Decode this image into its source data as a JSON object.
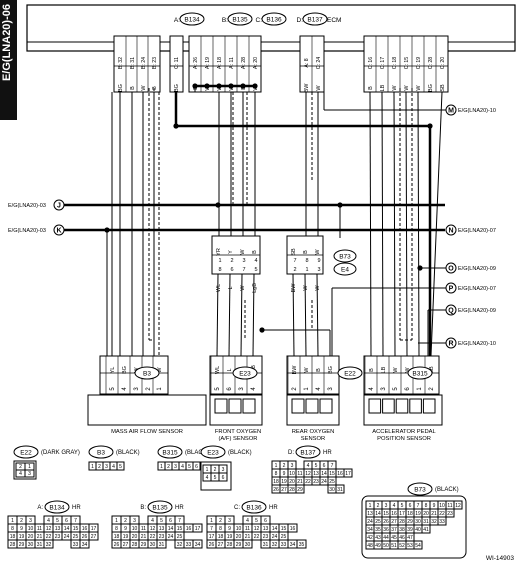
{
  "side_tab": "E/G(LNA20)-06",
  "header": {
    "connectors": [
      {
        "id": "A",
        "code": "B134"
      },
      {
        "id": "B",
        "code": "B135"
      },
      {
        "id": "C",
        "code": "B136"
      },
      {
        "id": "D",
        "code": "B137"
      }
    ],
    "module": "ECM"
  },
  "ecm_pins": {
    "group1": [
      "B: 32",
      "B: 31",
      "B: 24",
      "B: 23"
    ],
    "group2": [
      "C: 11"
    ],
    "group3": [
      "A: 26",
      "A: 19",
      "A: 18",
      "A: 11",
      "A: 28",
      "A: 20"
    ],
    "group4": [
      "A: 8",
      "C: 24"
    ],
    "group5": [
      "C: 16",
      "C: 17",
      "C: 18",
      "C: 15",
      "C: 19",
      "C: 28",
      "C: 20"
    ]
  },
  "wire_colors": {
    "group1": [
      "BG",
      "B",
      "W",
      "B"
    ],
    "group2": [
      "BG"
    ],
    "group3": [
      "B",
      "W",
      "W",
      "W",
      "B",
      "W"
    ],
    "group4": [
      "BW",
      "W"
    ],
    "group5": [
      "B",
      "LB",
      "W",
      "W",
      "W",
      "BG",
      "SB"
    ]
  },
  "left_refs": [
    {
      "label": "E/G(LNA20)-03",
      "letter": "J"
    },
    {
      "label": "E/G(LNA20)-03",
      "letter": "K"
    }
  ],
  "right_refs": [
    {
      "letter": "M",
      "label": "E/G(LNA20)-10"
    },
    {
      "letter": "N",
      "label": "E/G(LNA20)-07"
    },
    {
      "letter": "O",
      "label": "E/G(LNA20)-09"
    },
    {
      "letter": "P",
      "label": "E/G(LNA20)-07"
    },
    {
      "letter": "Q",
      "label": "E/G(LNA20)-09"
    },
    {
      "letter": "R",
      "label": "E/G(LNA20)-10"
    }
  ],
  "joint": {
    "top_colors": [
      "YR",
      "Y",
      "W",
      "B",
      "SB",
      "B",
      "W"
    ],
    "top_pins": [
      "1",
      "2",
      "3",
      "4",
      "7",
      "8",
      "9"
    ],
    "bottom_pins": [
      "8",
      "6",
      "7",
      "5",
      "2",
      "1",
      "3"
    ],
    "bottom_colors": [
      "WL",
      "L",
      "W",
      "LgB",
      "BW",
      "W",
      "W"
    ],
    "code_top": "B73",
    "code_bottom": "E4"
  },
  "sensors": [
    {
      "connector": "B3",
      "name_lines": [
        "MASS AIR FLOW SENSOR"
      ],
      "pins": [
        "5",
        "4",
        "3",
        "2",
        "1"
      ],
      "colors": [
        "YL",
        "BG",
        "W",
        "B",
        "W"
      ]
    },
    {
      "connector": "E23",
      "name_lines": [
        "FRONT OXYGEN",
        "(A/F) SENSOR"
      ],
      "pins": [
        "5",
        "6",
        "3",
        "4"
      ],
      "colors": [
        "WL",
        "L",
        "W",
        "LgB"
      ]
    },
    {
      "connector": "E22",
      "name_lines": [
        "REAR OXYGEN",
        "SENSOR"
      ],
      "pins": [
        "2",
        "1",
        "4",
        "3"
      ],
      "colors": [
        "BW",
        "W",
        "B",
        "BG"
      ]
    },
    {
      "connector": "B315",
      "name_lines": [
        "ACCELERATOR PEDAL",
        "POSITION SENSOR"
      ],
      "pins": [
        "4",
        "3",
        "5",
        "6",
        "1",
        "2"
      ],
      "colors": [
        "B",
        "LB",
        "W",
        "W",
        "BG",
        "SB"
      ]
    }
  ],
  "legend": {
    "e22": {
      "code": "E22",
      "desc": "(DARK GRAY)",
      "cells": [
        "2",
        "1",
        "4",
        "3"
      ]
    },
    "b3": {
      "code": "B3",
      "desc": "(BLACK)",
      "cells": [
        "1",
        "2",
        "3",
        "4",
        "5"
      ]
    },
    "b315": {
      "code": "B315",
      "desc": "(BLACK)",
      "cells": [
        "1",
        "2",
        "3",
        "4",
        "5",
        "6"
      ]
    },
    "e23": {
      "code": "E23",
      "desc": "(BLACK)",
      "cells": [
        "1",
        "2",
        "3",
        "4",
        "5",
        "6"
      ]
    },
    "b137": {
      "prefix": "D:",
      "code": "B137",
      "desc": "HR",
      "rows": [
        [
          "1",
          "2",
          "3",
          "",
          "4",
          "5",
          "6",
          "7"
        ],
        [
          "8",
          "9",
          "10",
          "11",
          "12",
          "13",
          "14",
          "15",
          "16",
          "17"
        ],
        [
          "18",
          "19",
          "20",
          "21",
          "22",
          "23",
          "24",
          "25"
        ],
        [
          "26",
          "27",
          "28",
          "29",
          "",
          "",
          "",
          "30",
          "31"
        ]
      ]
    },
    "b134": {
      "prefix": "A:",
      "code": "B134",
      "desc": "HR",
      "rows": [
        [
          "1",
          "2",
          "3",
          "",
          "4",
          "5",
          "6",
          "7"
        ],
        [
          "8",
          "9",
          "10",
          "11",
          "12",
          "13",
          "14",
          "15",
          "16",
          "17"
        ],
        [
          "18",
          "19",
          "20",
          "21",
          "22",
          "23",
          "24",
          "25",
          "26",
          "27"
        ],
        [
          "28",
          "29",
          "30",
          "31",
          "32",
          "",
          "",
          "33",
          "34"
        ]
      ]
    },
    "b135": {
      "prefix": "B:",
      "code": "B135",
      "desc": "HR",
      "rows": [
        [
          "1",
          "2",
          "3",
          "",
          "4",
          "5",
          "6",
          "7"
        ],
        [
          "8",
          "9",
          "10",
          "11",
          "12",
          "13",
          "14",
          "15",
          "16",
          "17"
        ],
        [
          "18",
          "19",
          "20",
          "21",
          "22",
          "23",
          "24",
          "25"
        ],
        [
          "26",
          "27",
          "28",
          "29",
          "30",
          "31",
          "",
          "32",
          "33",
          "34"
        ]
      ]
    },
    "b136": {
      "prefix": "C:",
      "code": "B136",
      "desc": "HR",
      "rows": [
        [
          "1",
          "2",
          "3",
          "",
          "4",
          "5",
          "6"
        ],
        [
          "7",
          "8",
          "9",
          "10",
          "11",
          "12",
          "13",
          "14",
          "15",
          "16"
        ],
        [
          "17",
          "18",
          "19",
          "20",
          "21",
          "22",
          "23",
          "24",
          "25"
        ],
        [
          "26",
          "27",
          "28",
          "29",
          "30",
          "",
          "31",
          "32",
          "33",
          "34",
          "35"
        ]
      ]
    },
    "b73": {
      "code": "B73",
      "desc": "(BLACK)",
      "rows": [
        [
          "1",
          "2",
          "3",
          "4",
          "5",
          "6",
          "7",
          "8",
          "9",
          "10",
          "11",
          "12"
        ],
        [
          "13",
          "14",
          "15",
          "16",
          "17",
          "18",
          "19",
          "20",
          "21",
          "22",
          "23"
        ],
        [
          "24",
          "25",
          "26",
          "27",
          "28",
          "29",
          "30",
          "31",
          "32",
          "33"
        ],
        [
          "34",
          "35",
          "36",
          "37",
          "38",
          "39",
          "40",
          "41"
        ],
        [
          "42",
          "43",
          "44",
          "45",
          "46",
          "47"
        ],
        [
          "48",
          "49",
          "50",
          "51",
          "52",
          "53",
          "54"
        ]
      ]
    }
  },
  "figure_id": "WI-14903"
}
